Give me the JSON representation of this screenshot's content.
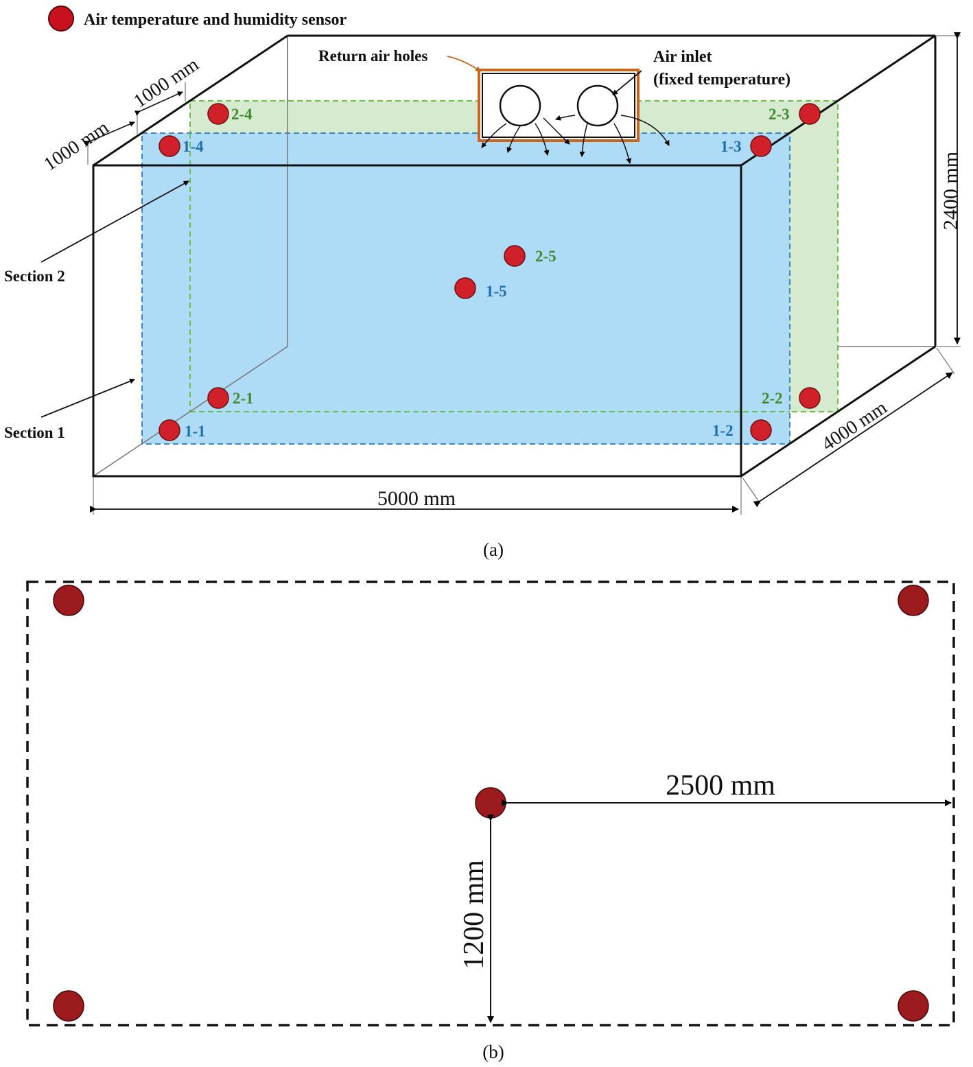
{
  "legend": {
    "sensor_label": "Air temperature and humidity sensor"
  },
  "panel_a": {
    "caption": "(a)",
    "labels": {
      "return_air": "Return air holes",
      "air_inlet_1": "Air inlet",
      "air_inlet_2": "(fixed temperature)",
      "section1": "Section 1",
      "section2": "Section 2"
    },
    "dimensions": {
      "width": "5000 mm",
      "depth": "4000 mm",
      "height": "2400 mm",
      "offset_a": "1000 mm",
      "offset_b": "1000 mm"
    },
    "sensors": {
      "s1_1": "1-1",
      "s1_2": "1-2",
      "s1_3": "1-3",
      "s1_4": "1-4",
      "s1_5": "1-5",
      "s2_1": "2-1",
      "s2_2": "2-2",
      "s2_3": "2-3",
      "s2_4": "2-4",
      "s2_5": "2-5"
    }
  },
  "panel_b": {
    "caption": "(b)",
    "dimensions": {
      "horizontal": "2500 mm",
      "vertical": "1200 mm"
    }
  },
  "colors": {
    "sensor_fill": "#d0202a",
    "sensor_fill_dark": "#9b1b1e",
    "section1_fill": "#aedbf5",
    "section1_stroke": "#3a86c8",
    "section2_fill": "#d6ead0",
    "section2_stroke": "#6cc04a",
    "section1_text": "#1f6fb0",
    "section2_text": "#3f8a2a",
    "box_outline": "#c8651e"
  }
}
